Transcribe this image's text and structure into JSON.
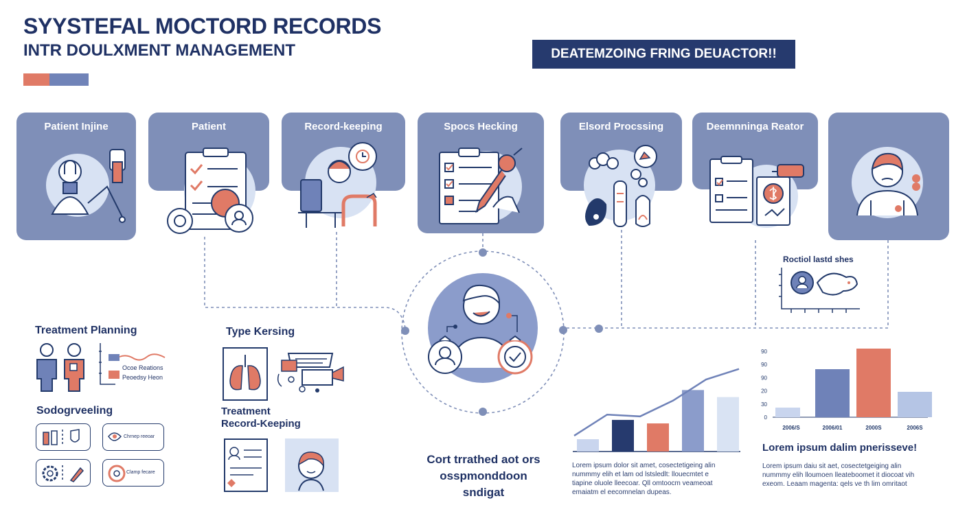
{
  "header": {
    "title_line1": "SYYSTEFAL MOCTORD RECORDS",
    "title_line2": "INTR DOULXMENT MANAGEMENT",
    "banner": "DEATEMZOING FRING DEUACTOR!!",
    "accent_colors": [
      "#e07a66",
      "#7083b8"
    ]
  },
  "cards": [
    {
      "label": "Patient Injine"
    },
    {
      "label": "Patient"
    },
    {
      "label": "Record-keeping"
    },
    {
      "label": "Spocs Hecking"
    },
    {
      "label": "Elsord Procssing"
    },
    {
      "label": "Deemnninga Reator"
    },
    {
      "label": ""
    }
  ],
  "left_panel": {
    "treatment_planning": "Treatment Planning",
    "tp_labels": [
      "Ocoe Reations",
      "Peoedsy Heon"
    ],
    "sodogrveeling": "Sodogrveeling",
    "chip_labels": [
      "Chrnep reeoar",
      "Clamp fecare"
    ]
  },
  "middle_left": {
    "type_kersing": "Type Kersing",
    "treatment_record": "Treatment\nRecord-Keeping"
  },
  "center": {
    "caption": "Cort trrathed aot ors\nosspmonddoon\nsndigat"
  },
  "right_top": {
    "label": "Roctiol lastd shes"
  },
  "charts": [
    {
      "type": "bar",
      "values": [
        14,
        36,
        32,
        70,
        62
      ],
      "line_values": [
        18,
        42,
        40,
        58,
        82,
        94
      ],
      "colors": [
        "#c9d5ee",
        "#263a6e",
        "#e07a66",
        "#8b9ccb",
        "#d9e3f3"
      ]
    },
    {
      "type": "bar",
      "yticks": [
        "90",
        "90",
        "90",
        "20",
        "30",
        "0"
      ],
      "categories": [
        "2006/S",
        "2006/01",
        "2000S",
        "2006S"
      ],
      "values": [
        14,
        70,
        100,
        37
      ],
      "colors": [
        "#c9d5ee",
        "#6f82b8",
        "#e07a66",
        "#b5c5e5"
      ]
    }
  ],
  "lorem_left": "Lorem ipsum dolor sit amet, cosectetigeing alin\nnummmy elih et lam od lstsledlt: llouecmtet e\ntiapine oluole lleecoar. Qll omtoocm veameoat\nemaiatm el eecomnelan dupeas.",
  "lorem_right": {
    "heading": "Lorem ipsum dalim pnerisseve!",
    "body": "Lorem ipsum daiu sit aet, cosectetgeiging alin\nnummmy elih lloumoen lleateboomet it diocoat vih\nexeom. Leaam magenta: qels ve th lim omritaot"
  }
}
